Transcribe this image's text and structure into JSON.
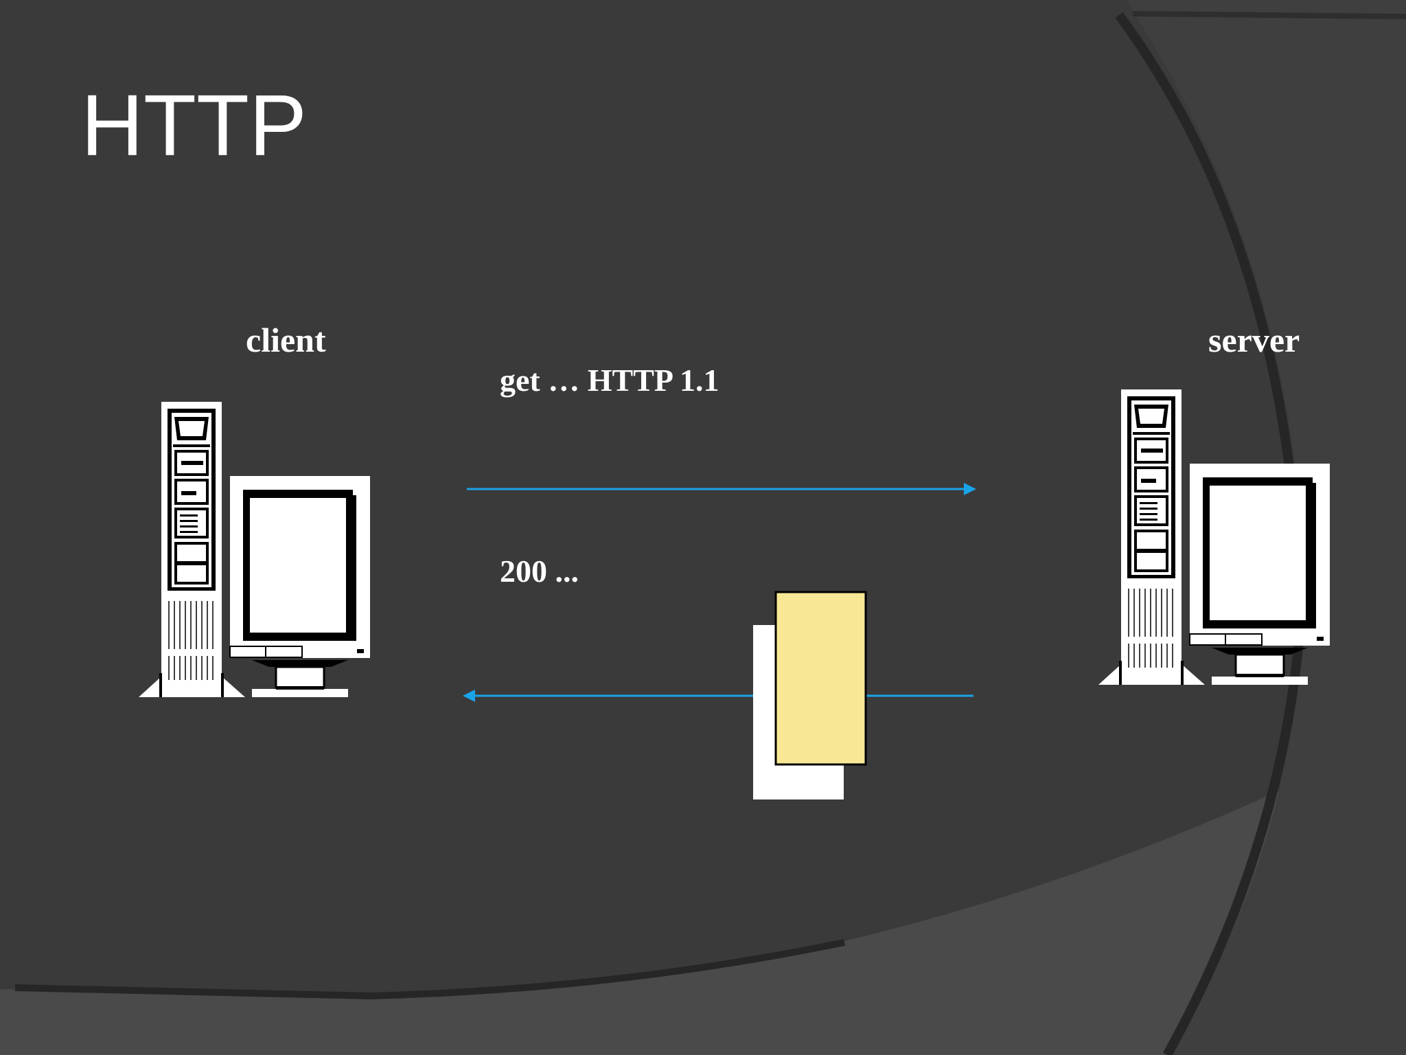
{
  "slide": {
    "title": "HTTP"
  },
  "diagram": {
    "client_label": "client",
    "server_label": "server",
    "request_label": "get … HTTP 1.1",
    "response_label": "200 ...",
    "arrow_color": "#1aa3e8",
    "document_color": "#f8e795",
    "icons": [
      "computer-icon",
      "document-icon"
    ]
  }
}
